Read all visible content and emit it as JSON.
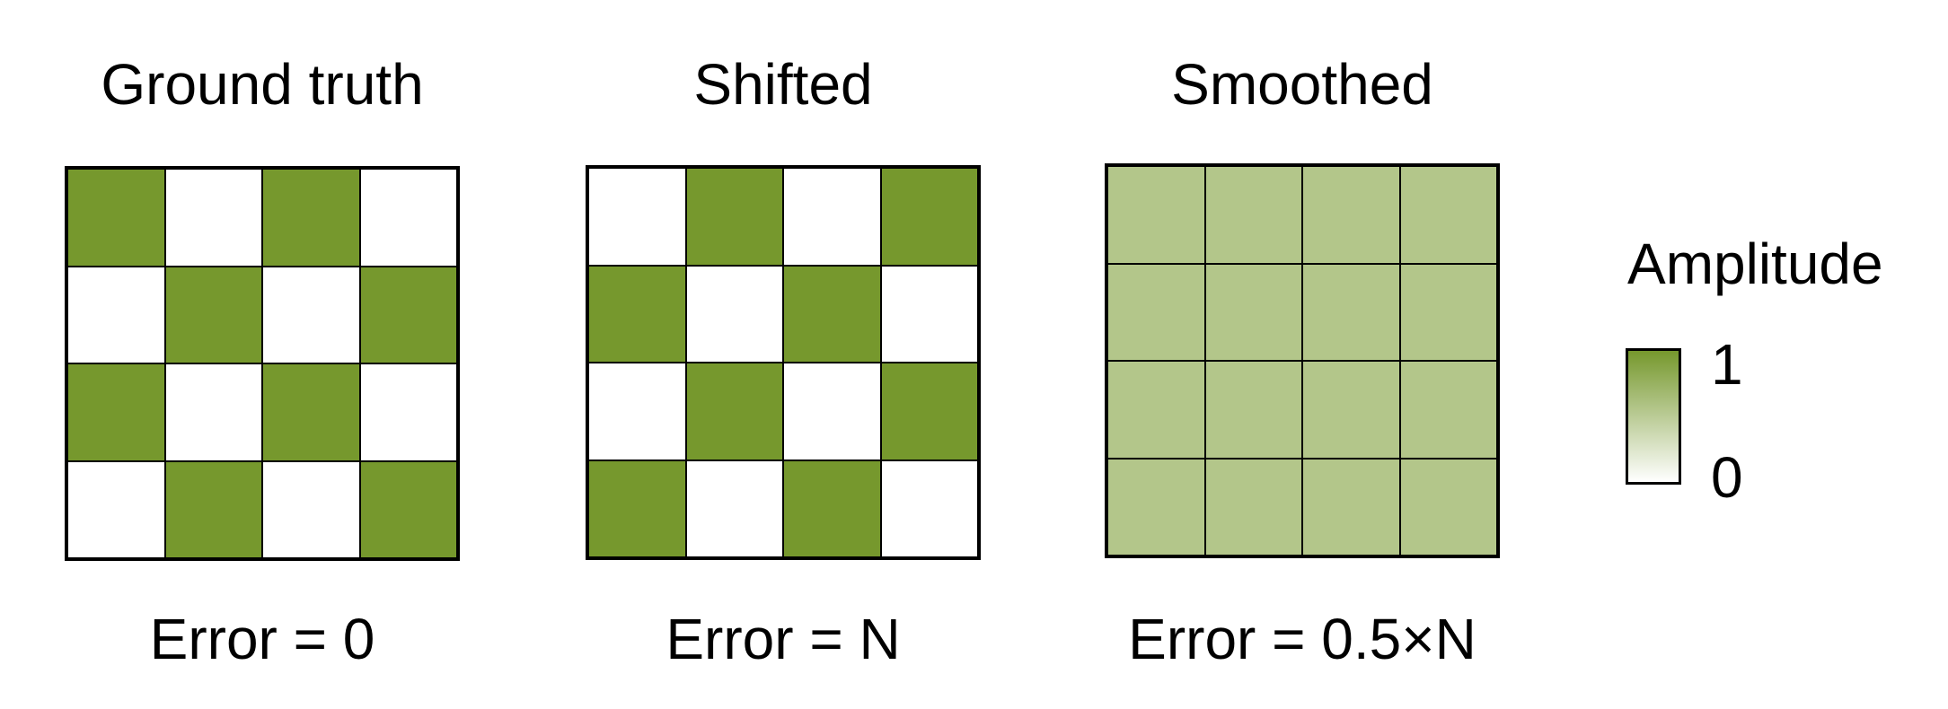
{
  "colors": {
    "high": "#76982d",
    "mid": "#b3c68a",
    "low": "#ffffff"
  },
  "panels": [
    {
      "title": "Ground truth",
      "error": "Error = 0",
      "amplitudes": [
        [
          1,
          0,
          1,
          0
        ],
        [
          0,
          1,
          0,
          1
        ],
        [
          1,
          0,
          1,
          0
        ],
        [
          0,
          1,
          0,
          1
        ]
      ]
    },
    {
      "title": "Shifted",
      "error": "Error = N",
      "amplitudes": [
        [
          0,
          1,
          0,
          1
        ],
        [
          1,
          0,
          1,
          0
        ],
        [
          0,
          1,
          0,
          1
        ],
        [
          1,
          0,
          1,
          0
        ]
      ]
    },
    {
      "title": "Smoothed",
      "error": "Error = 0.5×N",
      "amplitudes": [
        [
          0.5,
          0.5,
          0.5,
          0.5
        ],
        [
          0.5,
          0.5,
          0.5,
          0.5
        ],
        [
          0.5,
          0.5,
          0.5,
          0.5
        ],
        [
          0.5,
          0.5,
          0.5,
          0.5
        ]
      ]
    }
  ],
  "legend": {
    "title": "Amplitude",
    "max_label": "1",
    "min_label": "0"
  }
}
